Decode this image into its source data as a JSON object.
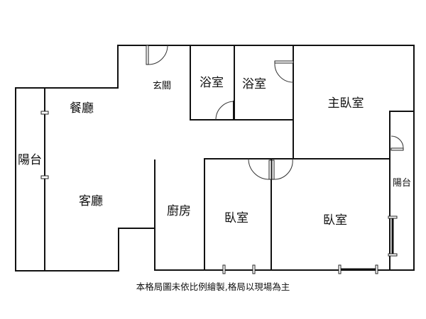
{
  "rooms": {
    "dining": "餐廳",
    "entry": "玄關",
    "bath_1": "浴室",
    "bath_2": "浴室",
    "master_bedroom": "主臥室",
    "balcony_left": "陽台",
    "living": "客廳",
    "kitchen": "廚房",
    "bedroom_1": "臥室",
    "bedroom_2": "臥室",
    "balcony_right": "陽台"
  },
  "caption": "本格局圖未依比例繪製,格局以現場為主"
}
